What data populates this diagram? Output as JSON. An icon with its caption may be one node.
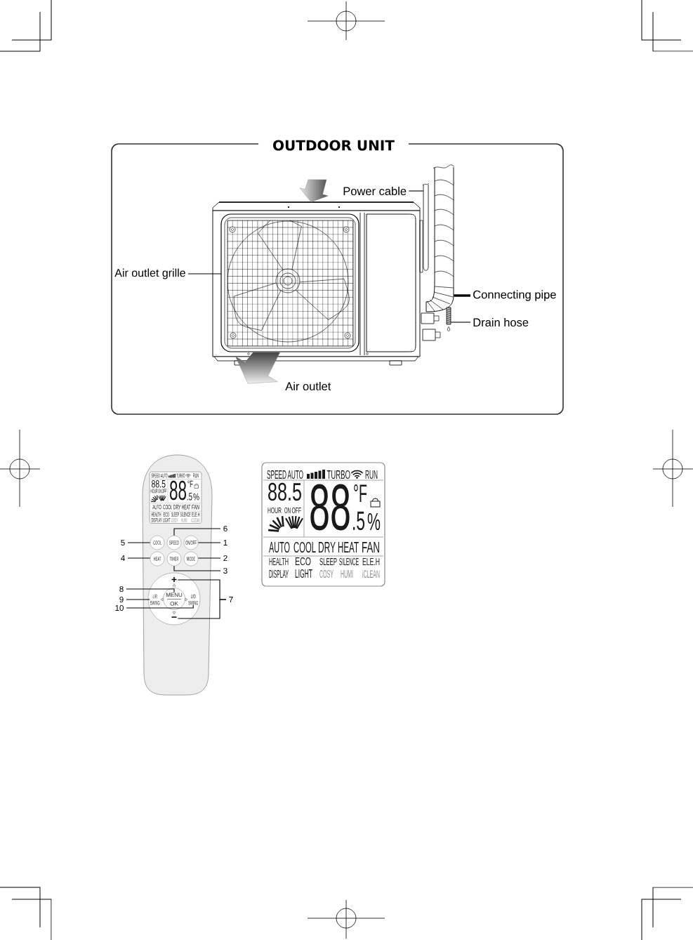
{
  "diagram": {
    "nodes": [
      {
        "text": [
          "OUTDOOR UNIT"
        ]
      },
      {
        "text": [
          "Power cable"
        ],
        "in": 0
      },
      {
        "text": [],
        "shape": "picture",
        "in": 0
      },
      {
        "text": [],
        "shape": "picture",
        "in": 0
      },
      {
        "text": [
          "Air outlet grille"
        ],
        "in": 0
      },
      {
        "text": [],
        "shape": "picture",
        "in": 3
      },
      {
        "text": [
          "Connecting pipe"
        ],
        "in": 0
      },
      {
        "text": [],
        "shape": "picture",
        "in": 0
      },
      {
        "text": [
          "Drain hose"
        ],
        "in": 0
      },
      {
        "text": [],
        "shape": "picture",
        "in": 0
      },
      {
        "text": [],
        "shape": "picture"
      },
      {
        "text": [
          "SPEED",
          "AUTO",
          "TURBO",
          "RUN",
          "88.5",
          "HOUR",
          "ON",
          "OFF",
          "88",
          "°F",
          ".5",
          "%",
          "AUTO",
          "COOL",
          "DRY",
          "HEAT",
          "FAN",
          "HEALTH",
          "ECO",
          "SLEEP",
          "SILENCE",
          "ELE.H",
          "DISPLAY",
          "LIGHT",
          "COSY",
          "HUMI",
          "iCLEAN"
        ],
        "in": 10
      },
      {
        "text": [
          "6"
        ]
      },
      {
        "text": [
          "5"
        ]
      },
      {
        "text": [
          "COOL"
        ],
        "in": 10
      },
      {
        "text": [
          "SPEED"
        ],
        "in": 10
      },
      {
        "text": [
          "ON/OFF"
        ],
        "in": 10
      },
      {
        "text": [
          "1"
        ]
      },
      {
        "text": [
          "4"
        ]
      },
      {
        "text": [
          "HEAT"
        ],
        "in": 10
      },
      {
        "text": [
          "TIMER"
        ],
        "in": 10
      },
      {
        "text": [
          "MODE"
        ],
        "in": 10
      },
      {
        "text": [
          "2"
        ]
      },
      {
        "text": [
          "3"
        ]
      },
      {
        "text": [],
        "shape": "circle",
        "in": 10
      },
      {
        "text": [
          "+"
        ],
        "in": 24
      },
      {
        "text": [
          "8"
        ]
      },
      {
        "text": [
          "9"
        ]
      },
      {
        "text": [
          "L/R SWING"
        ],
        "in": 24
      },
      {
        "text": [
          "MENU",
          "OK"
        ],
        "in": 24
      },
      {
        "text": [
          "U/D SWING"
        ],
        "in": 24
      },
      {
        "text": [
          "7"
        ]
      },
      {
        "text": [
          "10"
        ]
      },
      {
        "text": [
          "−"
        ],
        "in": 24
      },
      {
        "text": [
          "SPEED",
          "AUTO",
          "TURBO",
          "RUN",
          "88.5",
          "HOUR",
          "ON",
          "OFF",
          "88",
          "°F",
          ".5",
          "%",
          "AUTO",
          "COOL",
          "DRY",
          "HEAT",
          "FAN",
          "HEALTH",
          "ECO",
          "SLEEP",
          "SILENCE",
          "ELE.H",
          "DISPLAY",
          "LIGHT",
          "COSY",
          "HUMI",
          "iCLEAN"
        ]
      }
    ],
    "edges": [
      {
        "from": 1,
        "to": 2,
        "arrow": "none"
      },
      {
        "from": 4,
        "to": 5,
        "arrow": "none"
      },
      {
        "from": 6,
        "to": 7,
        "arrow": "none",
        "style": "thick"
      },
      {
        "from": 8,
        "to": 9,
        "arrow": "none"
      },
      {
        "from": 12,
        "to": 15,
        "arrow": "none"
      },
      {
        "from": 13,
        "to": 14,
        "arrow": "none"
      },
      {
        "from": 17,
        "to": 16,
        "arrow": "none"
      },
      {
        "from": 18,
        "to": 19,
        "arrow": "none"
      },
      {
        "from": 22,
        "to": 21,
        "arrow": "none"
      },
      {
        "from": 23,
        "to": 20,
        "arrow": "none"
      },
      {
        "from": 26,
        "to": 29,
        "arrow": "none"
      },
      {
        "from": 27,
        "to": 28,
        "arrow": "none"
      },
      {
        "from": 31,
        "to": 25,
        "arrow": "none"
      },
      {
        "from": 31,
        "to": 33,
        "arrow": "none"
      },
      {
        "from": 32,
        "to": 30,
        "arrow": "none"
      },
      {
        "from": null,
        "to": 3,
        "arrow": "to"
      },
      {
        "from": 5,
        "to": null,
        "arrow": "to"
      }
    ],
    "labels": [
      "Air outlet"
    ]
  }
}
